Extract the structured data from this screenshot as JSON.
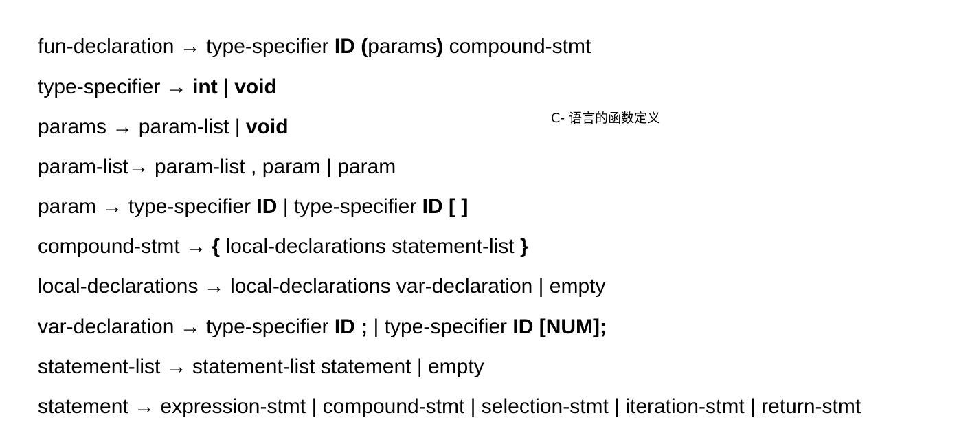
{
  "caption": "C- 语言的函数定义",
  "rules": [
    {
      "segments": [
        {
          "text": "fun-declaration → type-specifier ",
          "bold": false
        },
        {
          "text": "ID (",
          "bold": true
        },
        {
          "text": "params",
          "bold": false
        },
        {
          "text": ")",
          "bold": true
        },
        {
          "text": " compound-stmt",
          "bold": false
        }
      ]
    },
    {
      "segments": [
        {
          "text": "type-specifier → ",
          "bold": false
        },
        {
          "text": "int",
          "bold": true
        },
        {
          "text": " | ",
          "bold": false
        },
        {
          "text": "void",
          "bold": true
        }
      ]
    },
    {
      "segments": [
        {
          "text": "params → param-list | ",
          "bold": false
        },
        {
          "text": "void",
          "bold": true
        }
      ]
    },
    {
      "segments": [
        {
          "text": "param-list→ param-list , param | param",
          "bold": false
        }
      ]
    },
    {
      "segments": [
        {
          "text": "param → type-specifier ",
          "bold": false
        },
        {
          "text": "ID",
          "bold": true
        },
        {
          "text": " | type-specifier ",
          "bold": false
        },
        {
          "text": "ID [ ]",
          "bold": true
        }
      ]
    },
    {
      "segments": [
        {
          "text": "compound-stmt → ",
          "bold": false
        },
        {
          "text": "{",
          "bold": true
        },
        {
          "text": " local-declarations statement-list ",
          "bold": false
        },
        {
          "text": "}",
          "bold": true
        }
      ]
    },
    {
      "segments": [
        {
          "text": "local-declarations → local-declarations var-declaration | empty",
          "bold": false
        }
      ]
    },
    {
      "segments": [
        {
          "text": "var-declaration → type-specifier ",
          "bold": false
        },
        {
          "text": "ID ;",
          "bold": true
        },
        {
          "text": " | type-specifier ",
          "bold": false
        },
        {
          "text": "ID [NUM];",
          "bold": true
        }
      ]
    },
    {
      "segments": [
        {
          "text": "statement-list → statement-list statement | empty",
          "bold": false
        }
      ]
    },
    {
      "segments": [
        {
          "text": "statement → expression-stmt | compound-stmt | selection-stmt | iteration-stmt | return-stmt",
          "bold": false
        }
      ]
    }
  ]
}
